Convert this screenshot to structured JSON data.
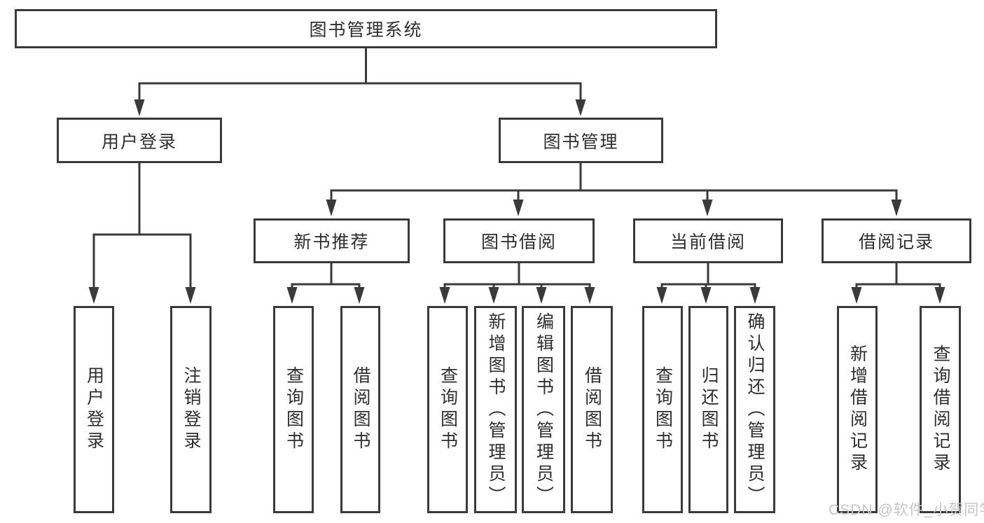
{
  "diagram": {
    "root": {
      "label": "图书管理系统"
    },
    "branches": [
      {
        "label": "用户登录",
        "children": [
          {
            "label": "用户登录"
          },
          {
            "label": "注销登录"
          }
        ]
      },
      {
        "label": "图书管理",
        "children": [
          {
            "label": "新书推荐",
            "children": [
              {
                "label": "查询图书"
              },
              {
                "label": "借阅图书"
              }
            ]
          },
          {
            "label": "图书借阅",
            "children": [
              {
                "label": "查询图书"
              },
              {
                "label": "新增图书（管理员）"
              },
              {
                "label": "编辑图书（管理员）"
              },
              {
                "label": "借阅图书"
              }
            ]
          },
          {
            "label": "当前借阅",
            "children": [
              {
                "label": "查询图书"
              },
              {
                "label": "归还图书"
              },
              {
                "label": "确认归还（管理员）"
              }
            ]
          },
          {
            "label": "借阅记录",
            "children": [
              {
                "label": "新增借阅记录"
              },
              {
                "label": "查询借阅记录"
              }
            ]
          }
        ]
      }
    ]
  },
  "watermark": "CSDN @软件_小贺同学",
  "colors": {
    "border": "#3a3a3a",
    "text": "#2e2e2e",
    "watermark": "#c6c6c6",
    "background": "#ffffff"
  }
}
